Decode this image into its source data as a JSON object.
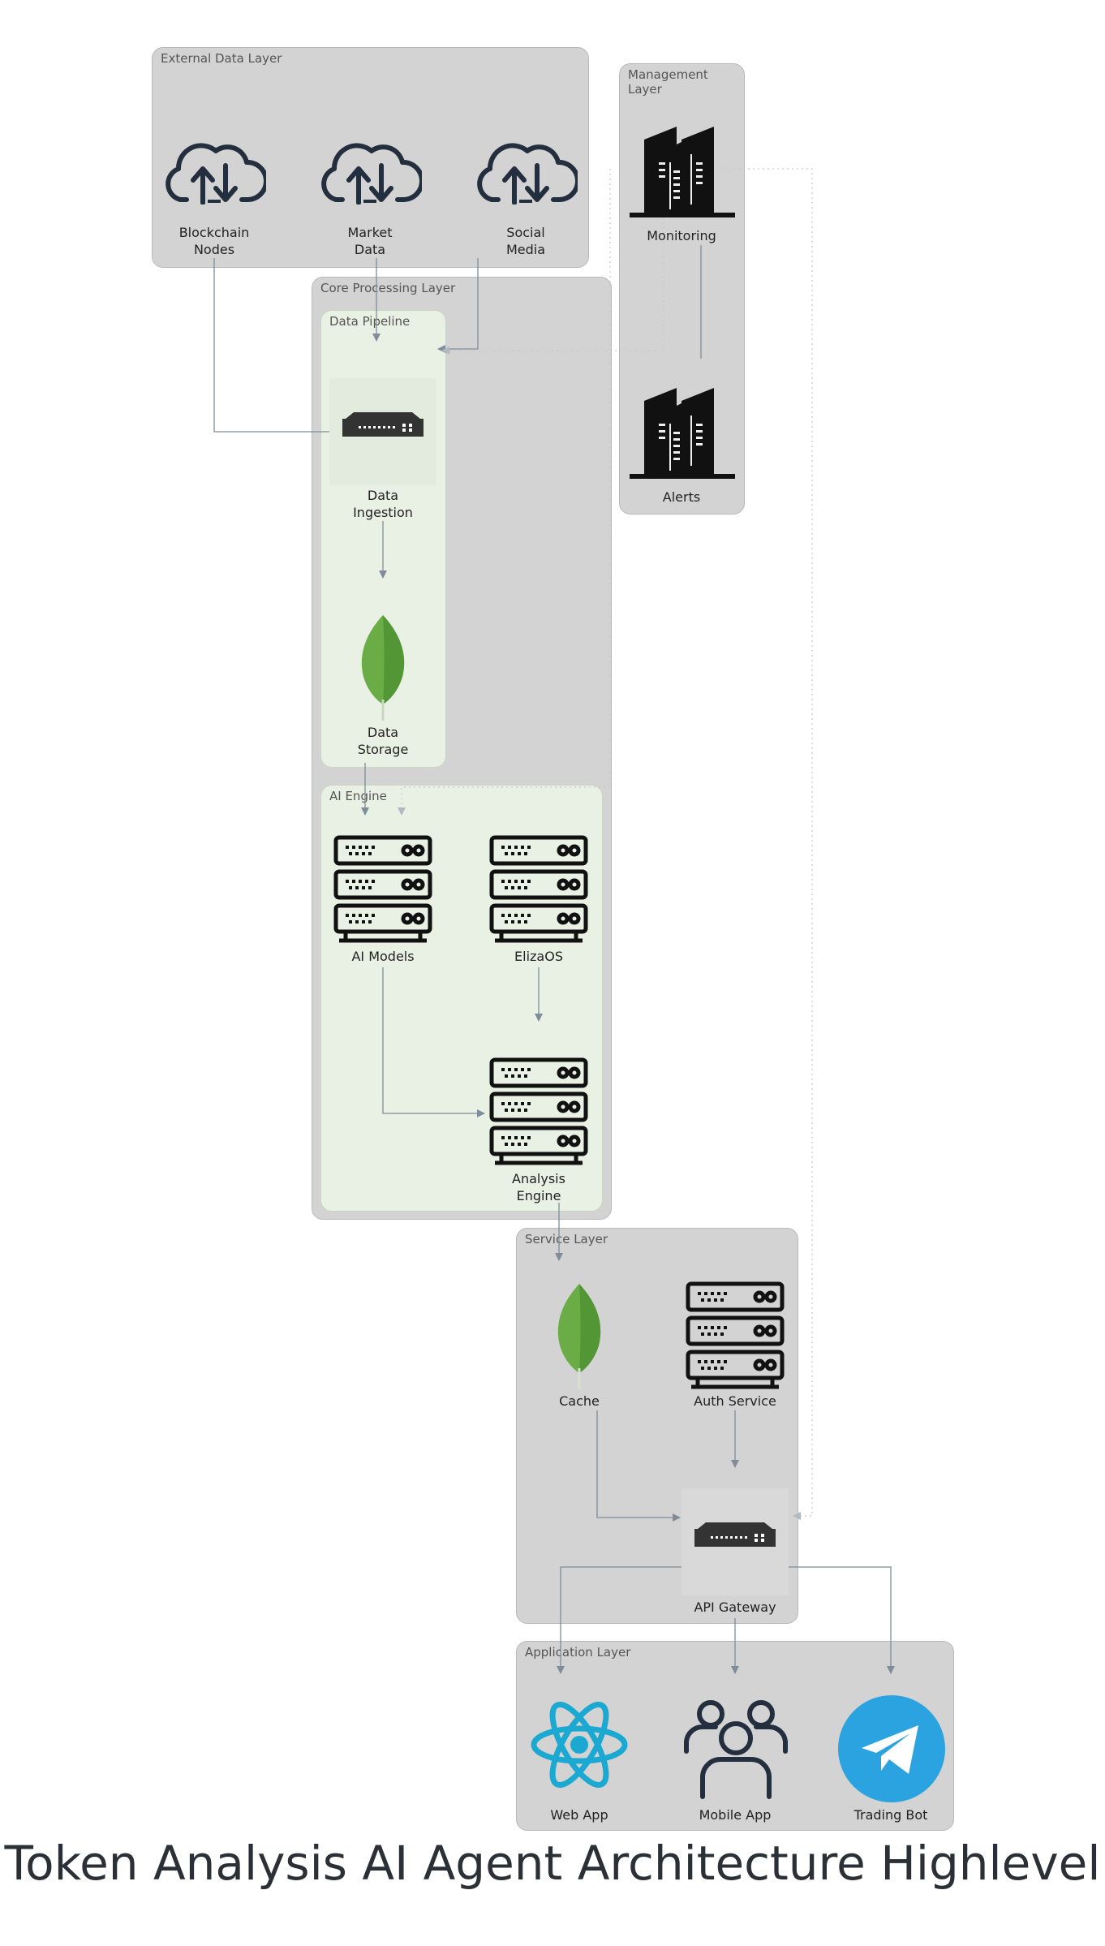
{
  "title": "Token Analysis AI Agent Architecture Highlevel",
  "clusters": {
    "external": "External Data Layer",
    "management": "Management Layer",
    "core": "Core Processing Layer",
    "pipeline": "Data Pipeline",
    "ai_engine": "AI Engine",
    "service": "Service Layer",
    "application": "Application Layer"
  },
  "nodes": {
    "blockchain": "Blockchain\nNodes",
    "market": "Market\nData",
    "social": "Social\nMedia",
    "monitoring": "Monitoring",
    "alerts": "Alerts",
    "ingestion": "Data\nIngestion",
    "storage": "Data\nStorage",
    "ai_models": "AI Models",
    "elizaos": "ElizaOS",
    "analysis": "Analysis\nEngine",
    "cache": "Cache",
    "auth": "Auth Service",
    "gateway": "API Gateway",
    "webapp": "Web App",
    "mobile": "Mobile App",
    "trading": "Trading Bot"
  },
  "icons": {
    "blockchain": "cloud-sync-icon",
    "market": "cloud-sync-icon",
    "social": "cloud-sync-icon",
    "monitoring": "factory-icon",
    "alerts": "factory-icon",
    "ingestion": "network-switch-icon",
    "storage": "mongodb-leaf-icon",
    "ai_models": "server-rack-icon",
    "elizaos": "server-rack-icon",
    "analysis": "server-rack-icon",
    "cache": "mongodb-leaf-icon",
    "auth": "server-rack-icon",
    "gateway": "network-switch-icon",
    "webapp": "react-icon",
    "mobile": "users-icon",
    "trading": "telegram-icon"
  },
  "colors": {
    "cluster": "#d3d3d3",
    "inner_cluster": "#e9f1e4",
    "edge": "#7f8c99",
    "leaf": "#6aad47",
    "react": "#1ba9d2",
    "telegram": "#2aa3e0"
  }
}
